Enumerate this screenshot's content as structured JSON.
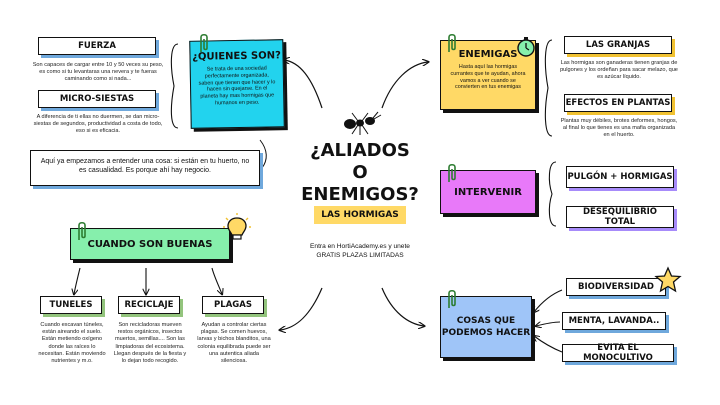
{
  "center": {
    "title_line1": "¿ALIADOS O",
    "title_line2": "ENEMIGOS?",
    "tag": "LAS HORMIGAS",
    "cta_line1": "Entra en HortiAcademy.es y unete",
    "cta_line2": "GRATIS PLAZAS LIMITADAS"
  },
  "intro": "Aquí ya empezamos a entender una cosa: si están en tu huerto, no es casualidad. Es porque ahí hay negocio.",
  "quienes": {
    "title": "¿QUIENES SON?",
    "desc": "Se trata de una sociedad perfectamente organizada, saben que tienen que hacer y lo hacen sin quejarse. En el planeta hay mas hormigas que humanos en peso."
  },
  "fuerza": {
    "title": "FUERZA",
    "desc": "Son capaces de cargar entre 10 y 50 veces su peso, es como si tu levantaras una nevera y te fueras caminando como si nada..."
  },
  "siestas": {
    "title": "MICRO-SIESTAS",
    "desc": "A diferencia de ti ellas no duermen, se dan micro-siestas de segundos, productividad a costa de todo, eso si es eficacia."
  },
  "enemigas": {
    "title": "ENEMIGAS",
    "desc": "Hasta aquí las hormigas currantes que te ayudan, ahora vamos a ver cuando se convierten en tus enemigas"
  },
  "granjas": {
    "title": "LAS GRANJAS",
    "desc": "Las hormigas son ganaderas tienen granjas de pulgones y los ordeñan para sacar melazo, que es azúcar líquido."
  },
  "efectos": {
    "title": "EFECTOS EN PLANTAS",
    "desc": "Plantas muy débiles, brotes deformes, hongos, al final lo que tienes es una mafia organizada en el huerto."
  },
  "intervenir": {
    "title": "INTERVENIR",
    "items": [
      "PULGÓN + HORMIGAS",
      "DESEQUILIBRIO TOTAL"
    ]
  },
  "cosas": {
    "title_line1": "COSAS QUE",
    "title_line2": "PODEMOS HACER",
    "items": [
      "BIODIVERSIDAD",
      "MENTA, LAVANDA..",
      "EVITA EL MONOCULTIVO"
    ]
  },
  "buenas": {
    "title": "CUANDO SON BUENAS",
    "items": [
      {
        "title": "TUNELES",
        "desc": "Cuando excavan túneles, están aireando el suelo. Están metiendo oxígeno donde las raíces lo necesitan. Están moviendo nutrientes y m.o."
      },
      {
        "title": "RECICLAJE",
        "desc": "Son recicladoras mueven restos orgánicos, insectos muertos, semillas.... Son las limpiadoras del ecosistema. Llegan después de la fiesta y lo dejan todo recogido."
      },
      {
        "title": "PLAGAS",
        "desc": "Ayudan a controlar ciertas plagas. Se comen huevos, larvas y bichos blanditos, una colonia equilibrada puede ser una autentica aliada silenciosa."
      }
    ]
  },
  "colors": {
    "cyan": "#22d3ee",
    "yellow": "#ffd966",
    "purple": "#e879f9",
    "blue": "#9fc5f8",
    "green": "#86efac",
    "pin_green": "#2e7d32"
  }
}
